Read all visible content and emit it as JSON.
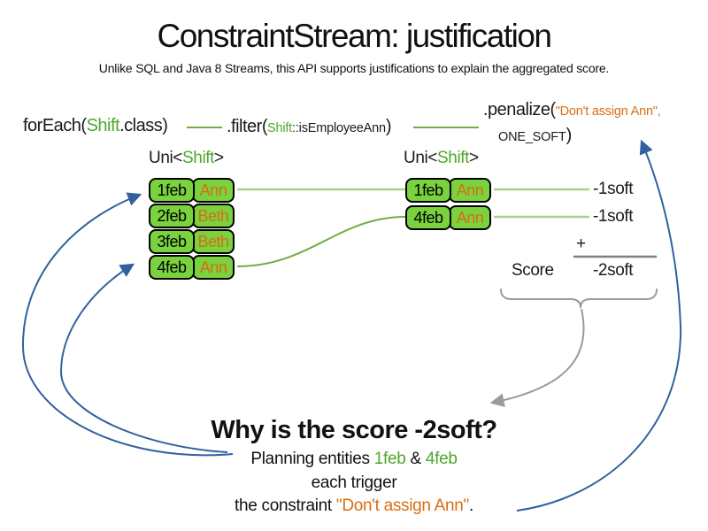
{
  "slide": {
    "title": "ConstraintStream: justification",
    "subtitle": "Unlike SQL and Java 8 Streams, this API supports justifications to explain the aggregated score."
  },
  "code": {
    "foreach_pre": "forEach(",
    "foreach_class": "Shift",
    "foreach_post": ".class)",
    "filter_pre": ".filter(",
    "filter_class": "Shift",
    "filter_method": "::isEmployeeAnn",
    "filter_close": ")",
    "penalize_pre": ".penalize(",
    "penalize_arg1": "\"Don't assign Ann\",",
    "penalize_arg2": "ONE_SOFT",
    "penalize_close": ")"
  },
  "streams": {
    "uni_label_pre": "Uni<",
    "uni_label_class": "Shift",
    "uni_label_post": ">",
    "left_rows": [
      {
        "date": "1feb",
        "employee": "Ann"
      },
      {
        "date": "2feb",
        "employee": "Beth"
      },
      {
        "date": "3feb",
        "employee": "Beth"
      },
      {
        "date": "4feb",
        "employee": "Ann"
      }
    ],
    "right_rows": [
      {
        "date": "1feb",
        "employee": "Ann"
      },
      {
        "date": "4feb",
        "employee": "Ann"
      }
    ]
  },
  "score": {
    "penalties": [
      "-1soft",
      "-1soft"
    ],
    "plus": "+",
    "label": "Score",
    "total": "-2soft"
  },
  "explanation": {
    "heading": "Why is the score -2soft?",
    "line1_pre": "Planning entities ",
    "line1_entity1": "1feb",
    "line1_mid": " & ",
    "line1_entity2": "4feb",
    "line2": "each trigger",
    "line3_pre": "the constraint ",
    "line3_constraint": "\"Don't assign Ann\"",
    "line3_post": "."
  },
  "colors": {
    "green_text": "#4ea72e",
    "green_box_fill": "#79d23e",
    "orange_text": "#d86e14",
    "green_line_light": "#a9d08e",
    "green_line_mid": "#71ad47",
    "blue_arrow": "#31609f",
    "gray_arrow": "#9b9b9b",
    "sum_line": "#7f7f7f"
  }
}
